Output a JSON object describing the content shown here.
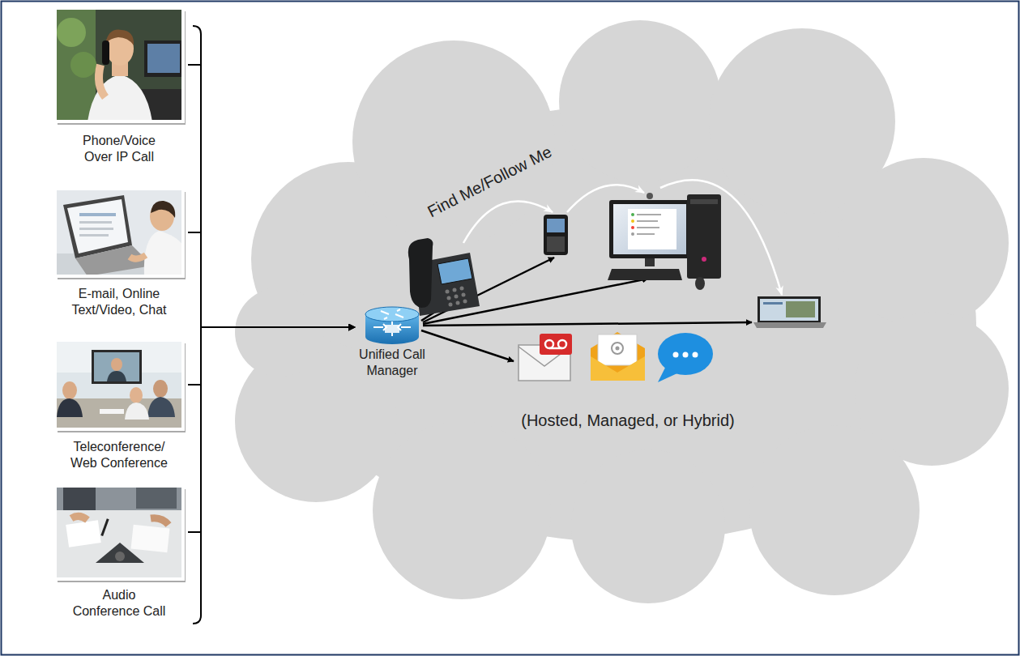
{
  "diagram": {
    "nodes": [
      {
        "text": [
          "Phone/Voice Over IP Call"
        ]
      },
      {
        "text": [
          "E-mail, Online Text/Video, Chat"
        ]
      },
      {
        "text": [
          "Teleconference/ Web Conference"
        ]
      },
      {
        "text": [
          "Audio Conference Call"
        ]
      },
      {
        "text": [
          "Unified Call Manager"
        ]
      }
    ],
    "edges": [
      {
        "from": 0,
        "to": 4,
        "arrow": "to"
      },
      {
        "from": 1,
        "to": 4,
        "arrow": "to"
      },
      {
        "from": 2,
        "to": 4,
        "arrow": "to"
      },
      {
        "from": 3,
        "to": 4,
        "arrow": "to"
      }
    ],
    "labels": [
      "Find Me/Follow Me",
      "(Hosted, Managed, or Hybrid)"
    ]
  }
}
